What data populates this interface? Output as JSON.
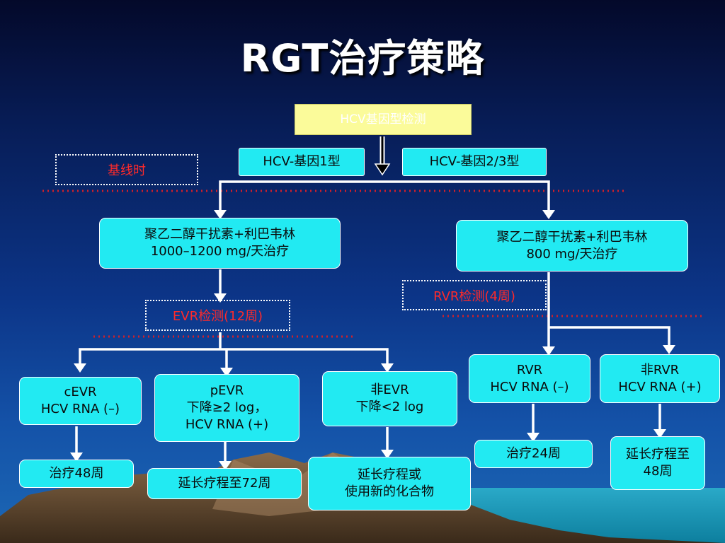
{
  "title": "RGT治疗策略",
  "nodes": {
    "test": "HCV基因型检测",
    "g1": "HCV-基因1型",
    "g23": "HCV-基因2/3型",
    "left_treat": "聚乙二醇干扰素+利巴韦林\n1000–1200 mg/天治疗",
    "right_treat": "聚乙二醇干扰素+利巴韦林\n800 mg/天治疗",
    "cevr": "cEVR\nHCV RNA (–)",
    "pevr": "pEVR\n下降≥2 log，\nHCV RNA (+)",
    "non_evr": "非EVR\n下降<2 log",
    "rvr": "RVR\nHCV RNA (–)",
    "non_rvr": "非RVR\nHCV RNA (+)",
    "t48": "治疗48周",
    "t72": "延长疗程至72周",
    "extend_or_new": "延长疗程或\n使用新的化合物",
    "t24": "治疗24周",
    "extend48": "延长疗程至\n48周"
  },
  "labels": {
    "baseline": "基线时",
    "evr_check": "EVR检测(12周)",
    "rvr_check": "RVR检测(4周)"
  },
  "colors": {
    "box_fill": "#22eaf2",
    "label_text": "#ff2a2a",
    "dotted_line": "#d0202a",
    "title_text": "#ffffff"
  }
}
